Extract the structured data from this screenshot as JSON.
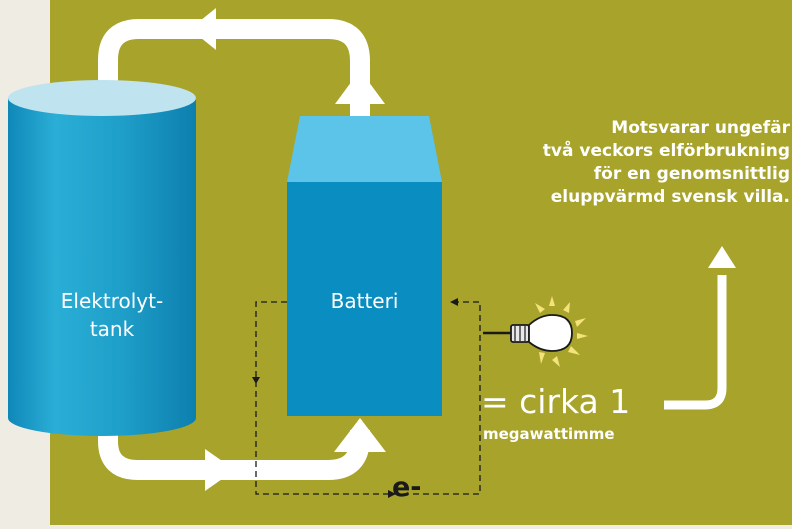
{
  "diagram": {
    "tank_label_lines": [
      "Elektrolyt-",
      "tank"
    ],
    "battery_label": "Batteri",
    "note_lines": [
      "Motsvarar ungefär",
      "två veckors elförbrukning",
      "för en genomsnittlig",
      "eluppvärmd svensk villa."
    ],
    "energy_value": "= cirka 1",
    "energy_unit": "megawattimme",
    "electron_label": "e-"
  },
  "colors": {
    "background": "#a7a32b",
    "page": "#efece4",
    "tank": "#1e9fc9",
    "tank_top": "#bfe3ef",
    "battery": "#0a8dc0",
    "battery_top": "#5bc4e8",
    "flow_arrows": "#ffffff",
    "bulb_glass": "#ffffff",
    "electron_path": "#1a1a1a"
  },
  "icons": {
    "bulb": "light-bulb-icon"
  }
}
